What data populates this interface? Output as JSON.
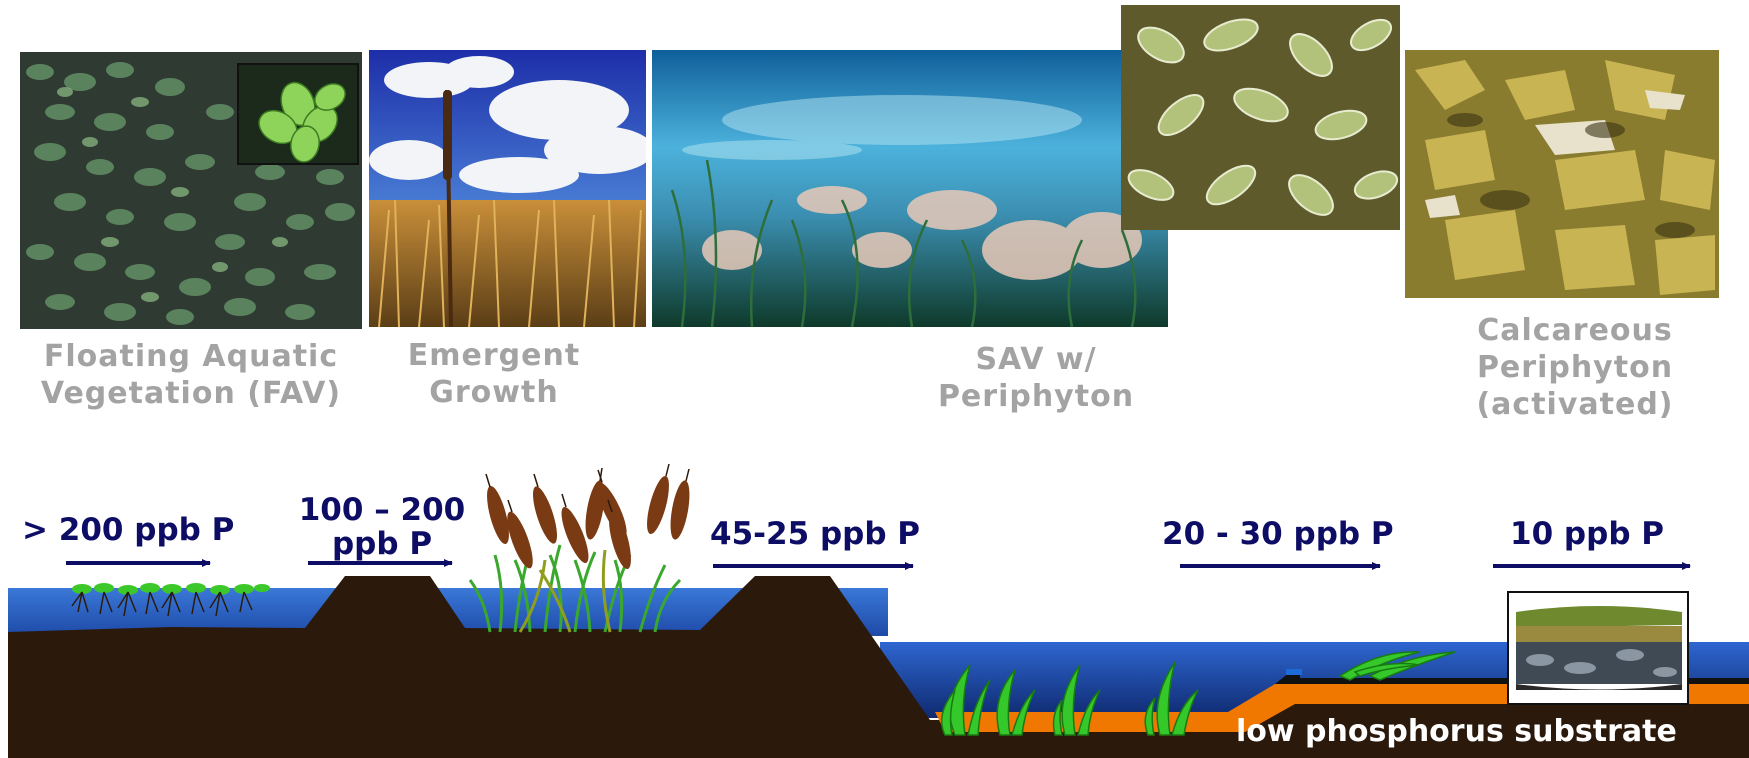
{
  "photos": [
    {
      "caption_line1": "Floating Aquatic",
      "caption_line2": "Vegetation (FAV)"
    },
    {
      "caption_line1": "Emergent",
      "caption_line2": "Growth"
    },
    {
      "caption_line1": "SAV w/",
      "caption_line2": "Periphyton"
    },
    {
      "caption_line1": "Calcareous",
      "caption_line2": "Periphyton",
      "caption_line3": "(activated)"
    }
  ],
  "concentrations": [
    {
      "label_line1": "> 200 ppb P"
    },
    {
      "label_line1": "100 – 200",
      "label_line2": "ppb P"
    },
    {
      "label_line1": "45-25 ppb P"
    },
    {
      "label_line1": "20 - 30 ppb P"
    },
    {
      "label_line1": "10 ppb P"
    }
  ],
  "substrate_label": "low phosphorus substrate",
  "colors": {
    "caption": "#a3a3a3",
    "concentration_text": "#0d0d66",
    "arrow": "#0d0d66",
    "water": "#2e63c9",
    "soil": "#2b1a0c",
    "orange_layer": "#f07800",
    "cattail": "#7a3a14",
    "plant_green": "#2ec21e"
  },
  "icons": [
    "floating-plant-icon",
    "cattail-icon",
    "sav-plant-icon",
    "periphyton-core-icon"
  ]
}
